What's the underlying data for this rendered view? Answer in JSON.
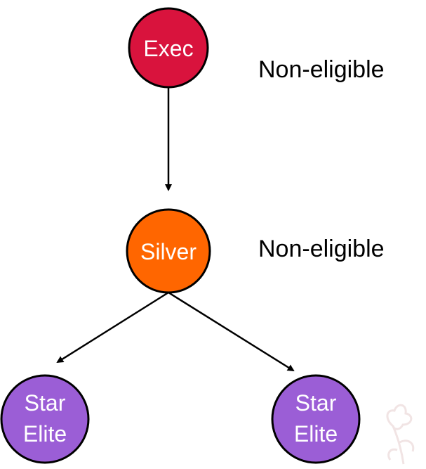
{
  "colors": {
    "exec": "#d9133d",
    "silver": "#ff6600",
    "star_elite": "#9b5ed6",
    "edge": "#000000",
    "node_text": "#ffffff",
    "watermark": "#e7cfcf"
  },
  "nodes": {
    "exec": {
      "label": "Exec"
    },
    "silver": {
      "label": "Silver"
    },
    "star_elite_left": {
      "label_line1": "Star",
      "label_line2": "Elite"
    },
    "star_elite_right": {
      "label_line1": "Star",
      "label_line2": "Elite"
    }
  },
  "labels": {
    "exec_status": "Non-eligible",
    "silver_status": "Non-eligible"
  },
  "watermark": {
    "icon": "flower-watermark-icon"
  }
}
